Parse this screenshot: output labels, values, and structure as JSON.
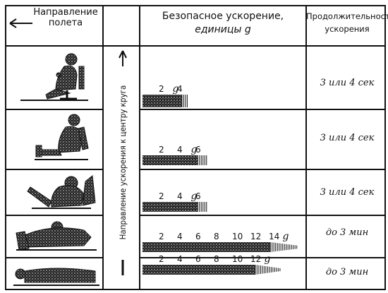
{
  "header": {
    "direction": "Направление\nполета",
    "accel_title": "Безопасное ускорение,",
    "accel_units": "единицы g",
    "duration_title": "Продолжительность\nускорения"
  },
  "side_label": "Направление ускорения к центру круга",
  "rows": [
    {
      "ticks": [
        "2",
        "4",
        "g"
      ],
      "g_max": 5,
      "duration": "3 или 4 сек"
    },
    {
      "ticks": [
        "2",
        "4",
        "6",
        "g"
      ],
      "g_max": 7,
      "duration": "3 или 4 сек"
    },
    {
      "ticks": [
        "2",
        "4",
        "6",
        "g"
      ],
      "g_max": 7,
      "duration": "3 или 4 сек"
    },
    {
      "ticks": [
        "2",
        "4",
        "6",
        "8",
        "10",
        "12",
        "14",
        "g"
      ],
      "g_max": 17,
      "duration": "до 3 мин"
    },
    {
      "ticks": [
        "2",
        "4",
        "6",
        "8",
        "10",
        "12",
        "g"
      ],
      "g_max": 15,
      "duration": "до 3 мин"
    }
  ]
}
